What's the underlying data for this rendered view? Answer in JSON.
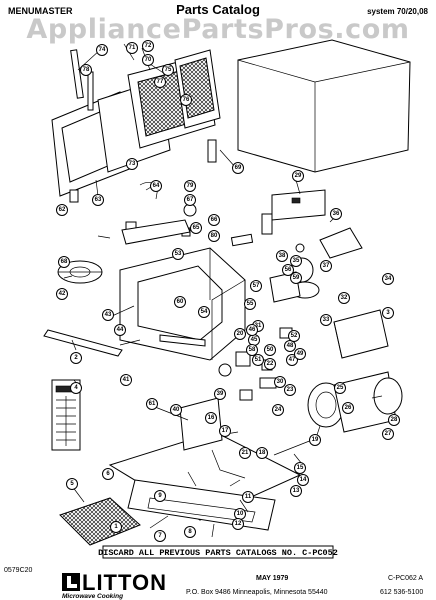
{
  "watermark": "AppliancePartsPros.com",
  "header": {
    "brand": "MENUMASTER",
    "title": "Parts Catalog",
    "system": "system 70/20,08"
  },
  "callouts": [
    "1",
    "2",
    "3",
    "4",
    "5",
    "6",
    "7",
    "8",
    "9",
    "10",
    "11",
    "12",
    "13",
    "14",
    "15",
    "16",
    "17",
    "18",
    "19",
    "20",
    "21",
    "22",
    "23",
    "24",
    "25",
    "26",
    "27",
    "28",
    "29",
    "30",
    "31",
    "32",
    "33",
    "34",
    "35",
    "36",
    "37",
    "38",
    "39",
    "40",
    "41",
    "42",
    "43",
    "44",
    "45",
    "46",
    "47",
    "48",
    "49",
    "50",
    "51",
    "52",
    "53",
    "54",
    "55",
    "56",
    "57",
    "58",
    "59",
    "60",
    "61",
    "62",
    "63",
    "64",
    "65",
    "66",
    "67",
    "68",
    "69",
    "70",
    "71",
    "72",
    "73",
    "74",
    "75",
    "76",
    "77",
    "78",
    "79",
    "80"
  ],
  "discard_notice": "DISCARD ALL PREVIOUS PARTS CATALOGS NO. C-PC052",
  "footer": {
    "doc_code_left": "0579C20",
    "logo_text": "LITTON",
    "logo_subtitle": "Microwave Cooking",
    "date": "MAY 1979",
    "doc_code_right": "C-PC062 A",
    "address": "P.O. Box 9486  Minneapolis, Minnesota 55440",
    "phone": "612  536-5100"
  },
  "colors": {
    "ink": "#000000",
    "paper": "#ffffff",
    "watermark": "#c9c9c9"
  }
}
